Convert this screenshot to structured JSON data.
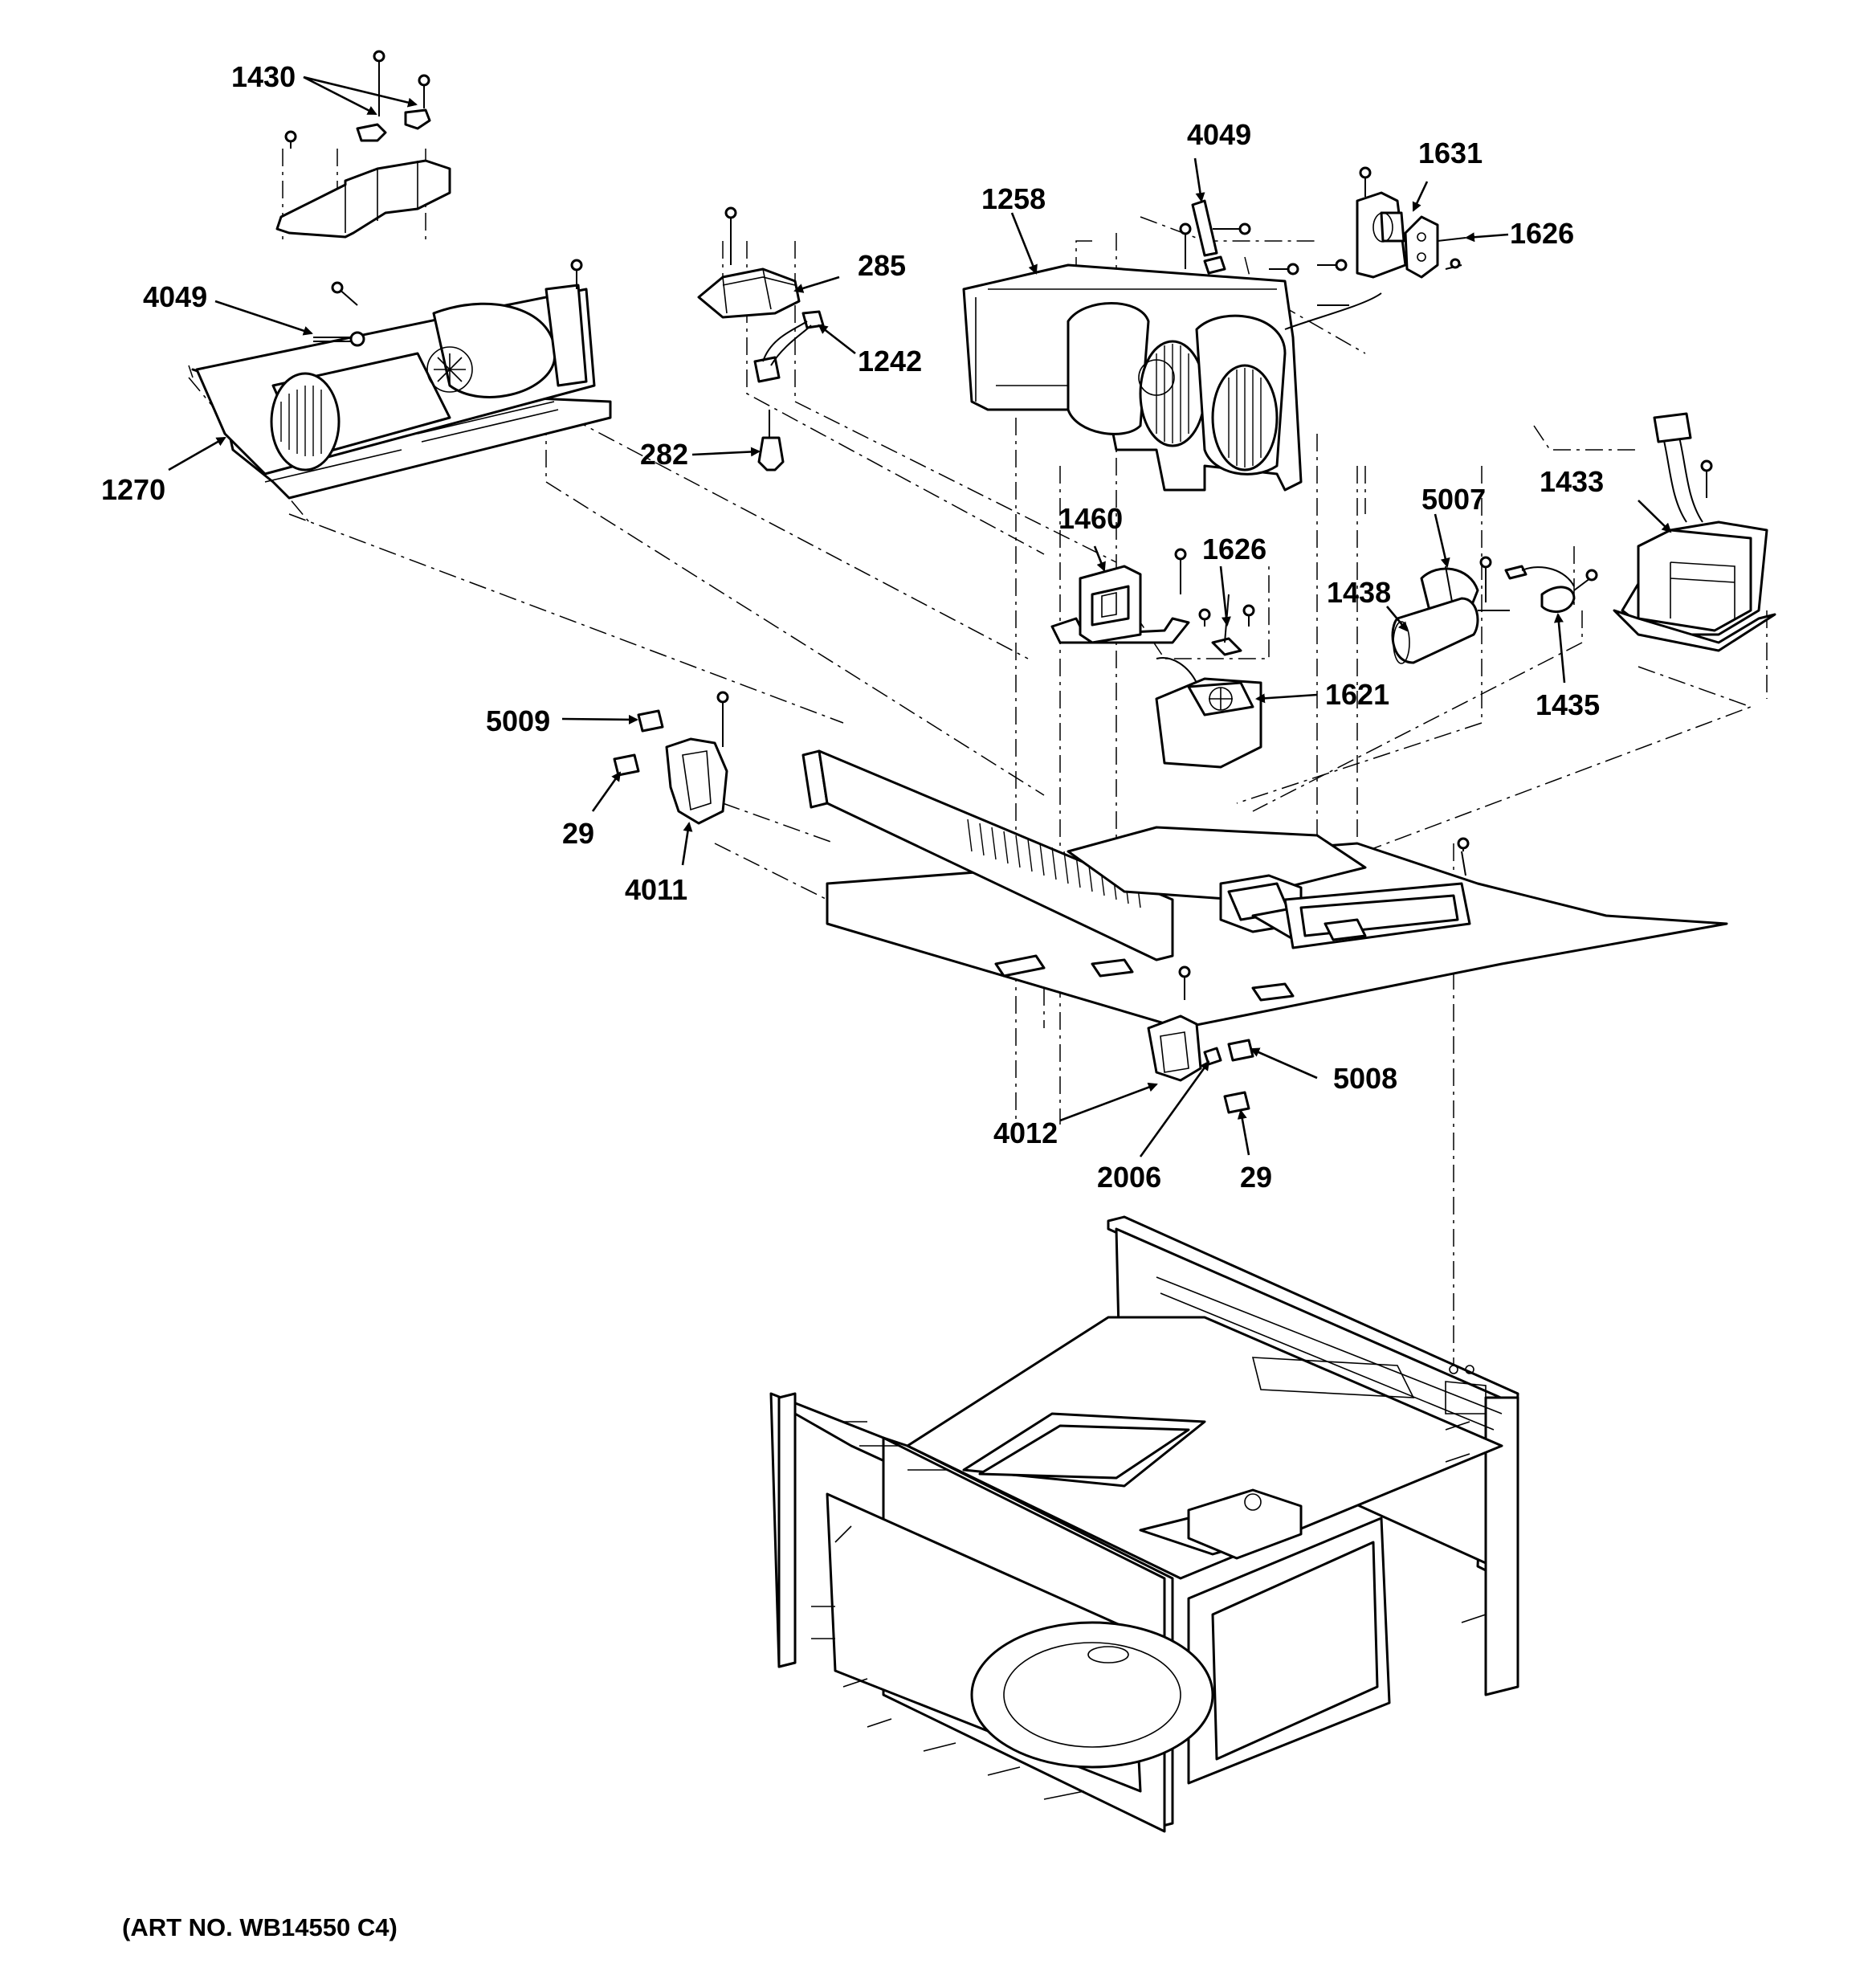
{
  "diagram": {
    "art_number": "(ART NO. WB14550 C4)",
    "callouts": {
      "c1430": "1430",
      "c4049_left": "4049",
      "c1270": "1270",
      "c285": "285",
      "c1242": "1242",
      "c282": "282",
      "c4049_right": "4049",
      "c1258": "1258",
      "c1631": "1631",
      "c1626_top": "1626",
      "c1460": "1460",
      "c1626_mid": "1626",
      "c1621": "1621",
      "c5007": "5007",
      "c1438": "1438",
      "c1433": "1433",
      "c1435": "1435",
      "c5009": "5009",
      "c29_left": "29",
      "c4011": "4011",
      "c5008": "5008",
      "c4012": "4012",
      "c2006": "2006",
      "c29_right": "29"
    }
  }
}
